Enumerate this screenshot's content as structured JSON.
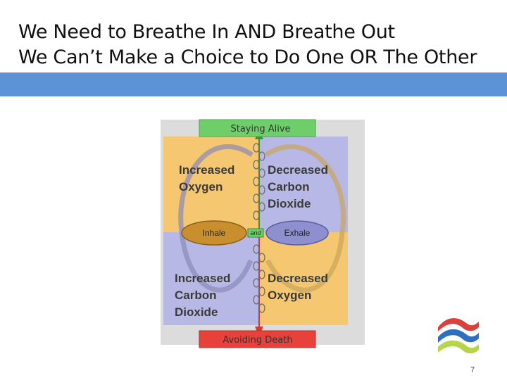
{
  "slide": {
    "title_line1": "We Need to Breathe In AND Breathe Out",
    "title_line2": "We Can’t Make a Choice to Do One OR The Other",
    "page_number": "7"
  },
  "diagram": {
    "top_label": "Staying Alive",
    "bottom_label": "Avoiding Death",
    "upper_left": [
      "Increased",
      "Oxygen"
    ],
    "upper_right": [
      "Decreased",
      "Carbon",
      "Dioxide"
    ],
    "lower_left": [
      "Increased",
      "Carbon",
      "Dioxide"
    ],
    "lower_right": [
      "Decreased",
      "Oxygen"
    ],
    "left_pole": "Inhale",
    "right_pole": "Exhale",
    "connector": "and"
  },
  "colors": {
    "title_bar": "#5b93d6",
    "top_box": "#6ecf6a",
    "bottom_box": "#e8413c",
    "warm_quadrant": "#f5c771",
    "cool_quadrant": "#b7b8e6"
  }
}
